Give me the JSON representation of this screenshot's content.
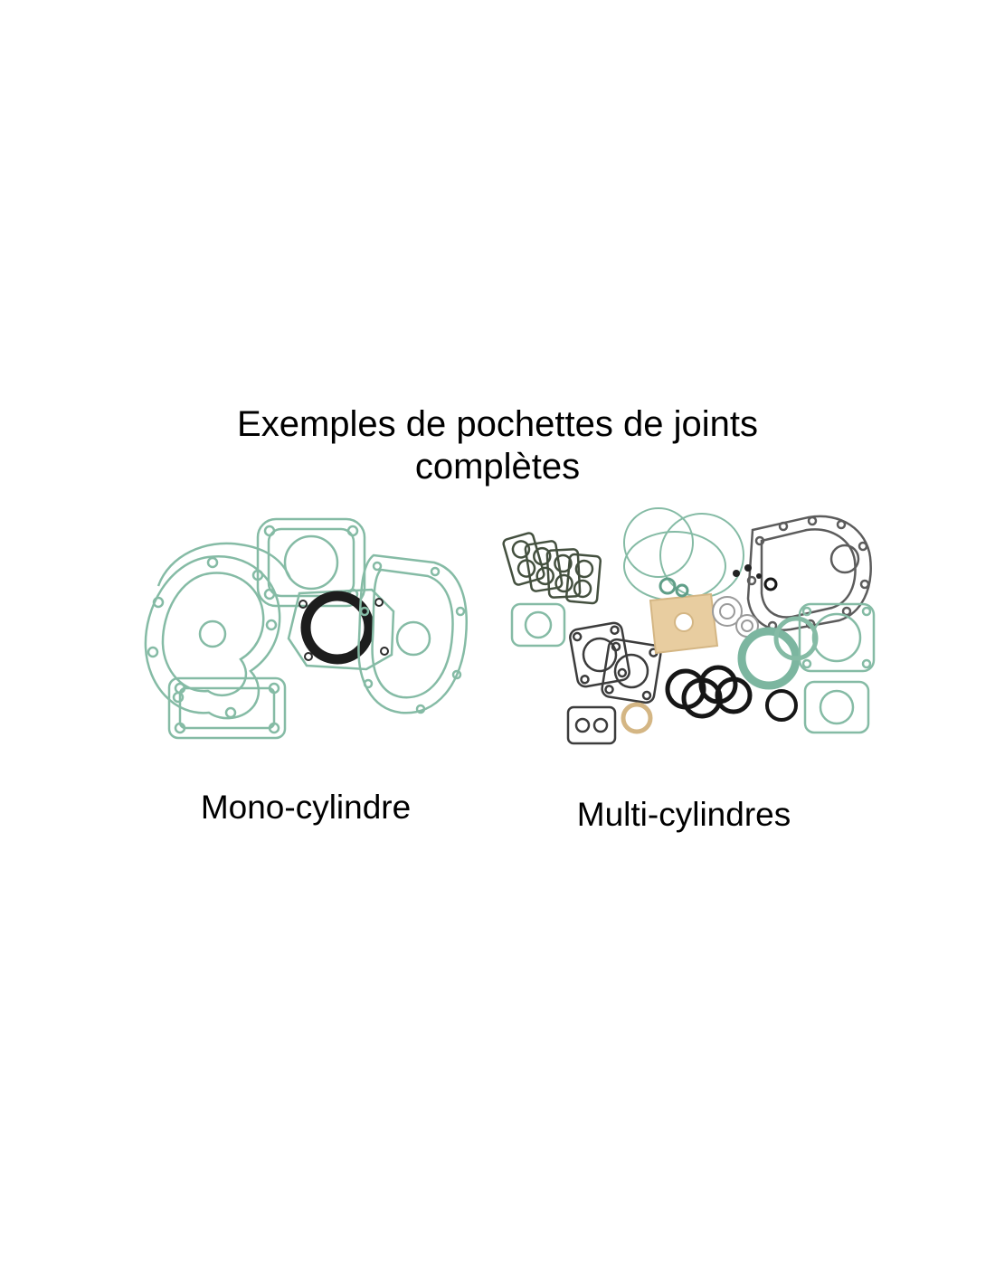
{
  "page": {
    "background_color": "#ffffff",
    "text_color": "#000000"
  },
  "title": {
    "line1": "Exemples de pochettes de joints",
    "line2": "complètes"
  },
  "figures": [
    {
      "label": "Mono-cylindre"
    },
    {
      "label": "Multi-cylindres"
    }
  ],
  "colors": {
    "gasket_teal": "#85bba5",
    "gasket_teal_dark": "#5f9e88",
    "gasket_dark": "#2b2b2b",
    "gasket_tan": "#e8cda0",
    "oring_black": "#161616"
  }
}
